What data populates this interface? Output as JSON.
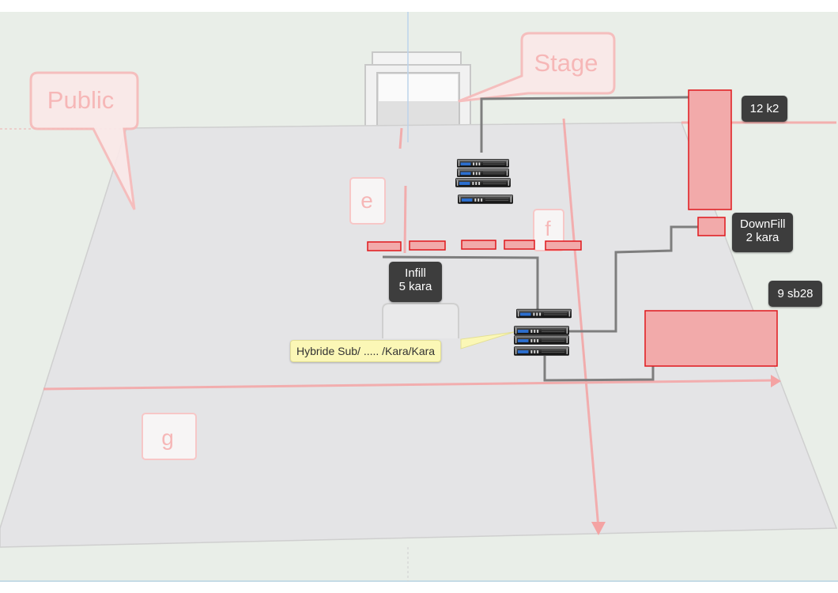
{
  "scene": {
    "callouts": {
      "public": "Public",
      "stage": "Stage"
    },
    "zones": {
      "e": "e",
      "f": "f",
      "g": "g"
    }
  },
  "labels": {
    "main_array": "12 k2",
    "downfill_title": "DownFill",
    "downfill_detail": "2 kara",
    "infill_title": "Infill",
    "infill_detail": "5 kara",
    "subs": "9 sb28",
    "hybrid_tooltip": "Hybride Sub/ ..... /Kara/Kara"
  },
  "icons": {
    "amplifier": "amplifier-rack-icon"
  },
  "colors": {
    "speaker_fill": "#f2aaaa",
    "speaker_stroke": "#e0181c",
    "cable": "#7e7e7e",
    "floor": "#e4e4e6",
    "ground": "#e9eee8",
    "ghost_red": "#f4a3a3",
    "label_bg": "#3d3d3d",
    "tooltip_bg": "#fbf7b6"
  }
}
